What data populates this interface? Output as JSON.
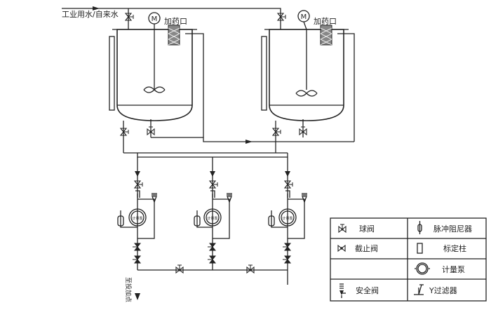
{
  "labels": {
    "water_inlet": "工业用水/自来水",
    "dosing_port_1": "加药口",
    "dosing_port_2": "加药口",
    "motor_1": "M",
    "motor_2": "M",
    "pump_text": "计量泵",
    "outlet": "至投加点"
  },
  "legend": {
    "items": [
      {
        "label": "球阀"
      },
      {
        "label": "脉冲阻尼器"
      },
      {
        "label": "截止阀"
      },
      {
        "label": "标定柱"
      },
      {
        "label": "计量泵"
      },
      {
        "label": "安全阀"
      },
      {
        "label": "Y过滤器"
      }
    ]
  },
  "colors": {
    "line": "#222222",
    "background": "#ffffff"
  }
}
